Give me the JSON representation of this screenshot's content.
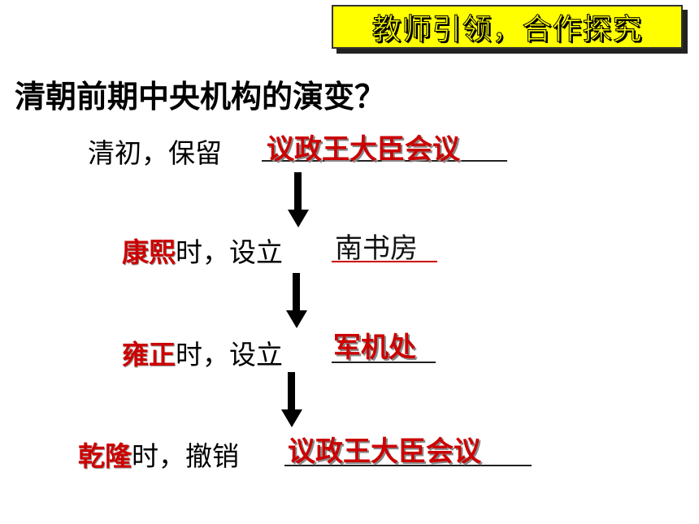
{
  "badge": {
    "label": "教师引领，合作探究"
  },
  "question": "清朝前期中央机构的演变？",
  "steps": [
    {
      "prefix": "清初，保留",
      "answer": "议政王大臣会议"
    },
    {
      "ruler": "康熙",
      "suffix": "时，设立",
      "answer": "南书房"
    },
    {
      "ruler": "雍正",
      "suffix": "时，设立",
      "answer": "军机处"
    },
    {
      "ruler": "乾隆",
      "suffix": "时，撤销",
      "answer": "议政王大臣会议"
    }
  ],
  "colors": {
    "badge_bg": "#ffff00",
    "emphasis": "#cc0000"
  }
}
